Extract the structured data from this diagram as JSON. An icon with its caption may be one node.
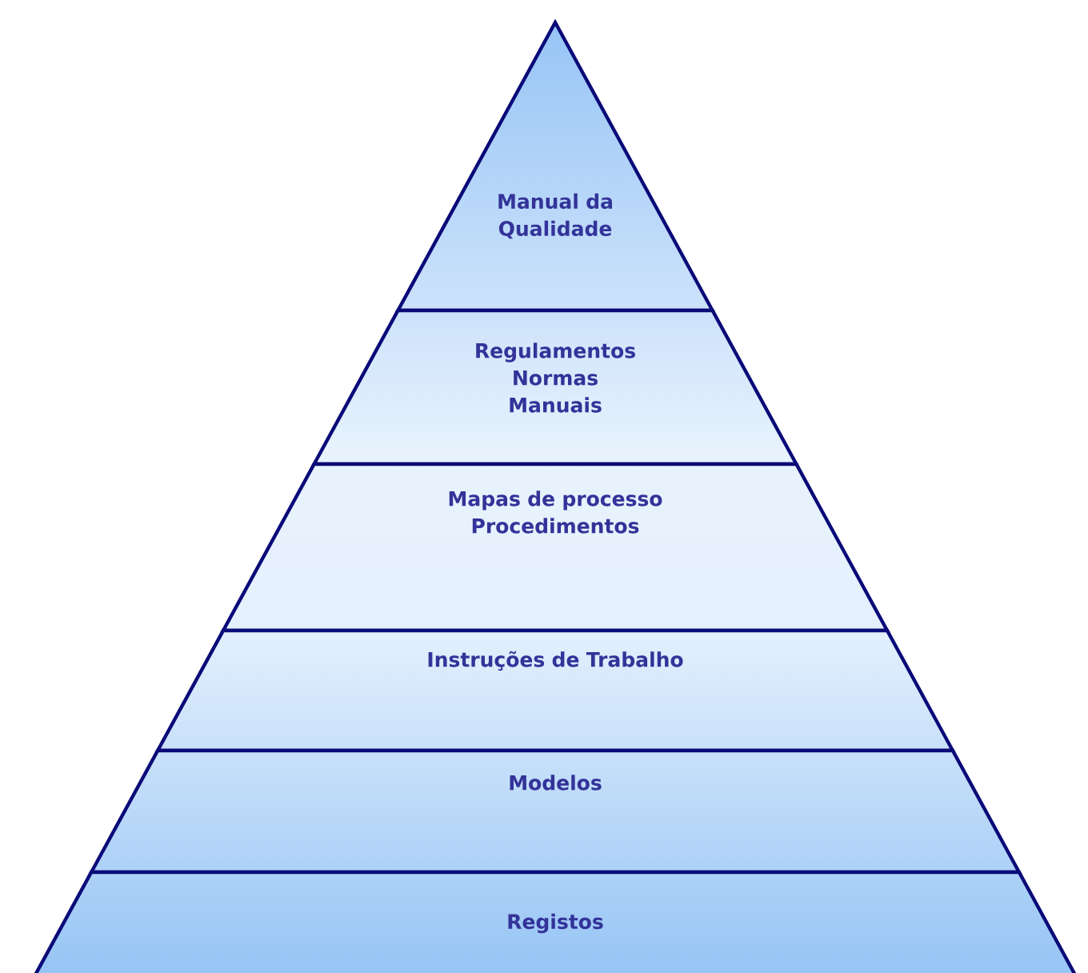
{
  "diagram": {
    "nodes": [
      {
        "text": [
          "Manual da Qualidade"
        ]
      },
      {
        "text": [
          "Regulamentos",
          "Normas",
          "Manuais"
        ]
      },
      {
        "text": [
          "Mapas de processo",
          "Procedimentos"
        ]
      },
      {
        "text": [
          "Instruções de Trabalho"
        ]
      },
      {
        "text": [
          "Modelos"
        ]
      },
      {
        "text": [
          "Registos"
        ]
      }
    ]
  }
}
